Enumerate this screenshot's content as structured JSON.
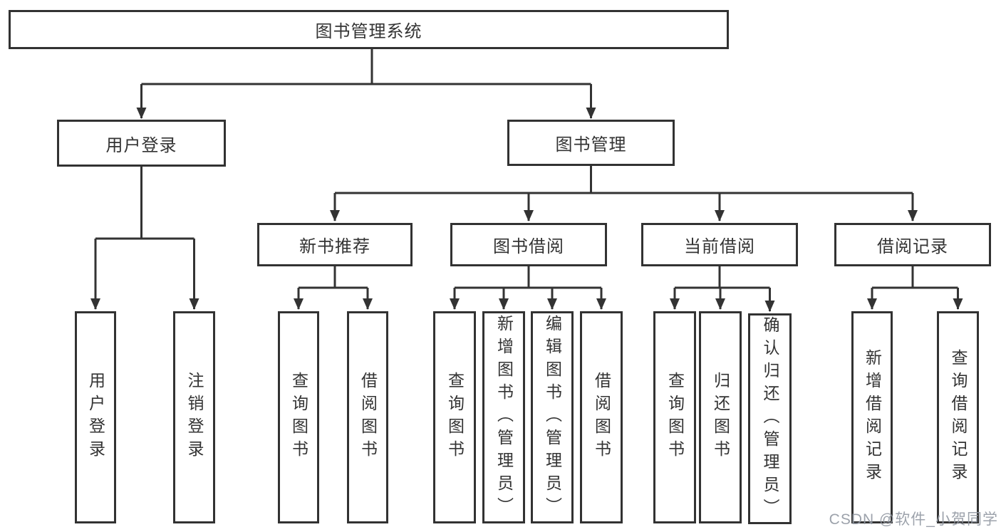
{
  "diagram": {
    "type": "hierarchy-tree",
    "title": "图书管理系统",
    "watermark": "CSDN @软件_小贺同学",
    "colors": {
      "background": "#ffffff",
      "line": "#333333",
      "box_border": "#323232",
      "box_fill": "#ffffff",
      "text": "#333333",
      "watermark": "#9298a2"
    }
  },
  "nodes": {
    "root": {
      "label": "图书管理系统"
    },
    "user_login": {
      "label": "用户登录"
    },
    "book_mgmt": {
      "label": "图书管理"
    },
    "new_book_rec": {
      "label": "新书推荐"
    },
    "book_borrow": {
      "label": "图书借阅"
    },
    "current_borrow": {
      "label": "当前借阅"
    },
    "borrow_record": {
      "label": "借阅记录"
    },
    "ul_user_login": {
      "label": "用户登录"
    },
    "ul_logout": {
      "label": "注销登录"
    },
    "nb_query": {
      "label": "查询图书"
    },
    "nb_borrow": {
      "label": "借阅图书"
    },
    "bb_query": {
      "label": "查询图书"
    },
    "bb_add": {
      "label": "新增图书（管理员）"
    },
    "bb_edit": {
      "label": "编辑图书（管理员）"
    },
    "bb_borrow": {
      "label": "借阅图书"
    },
    "cb_query": {
      "label": "查询图书"
    },
    "cb_return": {
      "label": "归还图书"
    },
    "cb_confirm": {
      "label": "确认归还（管理员）"
    },
    "br_add": {
      "label": "新增借阅记录"
    },
    "br_query": {
      "label": "查询借阅记录"
    }
  },
  "hierarchy": {
    "图书管理系统": [
      "用户登录",
      "图书管理"
    ],
    "用户登录": [
      "用户登录",
      "注销登录"
    ],
    "图书管理": [
      "新书推荐",
      "图书借阅",
      "当前借阅",
      "借阅记录"
    ],
    "新书推荐": [
      "查询图书",
      "借阅图书"
    ],
    "图书借阅": [
      "查询图书",
      "新增图书（管理员）",
      "编辑图书（管理员）",
      "借阅图书"
    ],
    "当前借阅": [
      "查询图书",
      "归还图书",
      "确认归还（管理员）"
    ],
    "借阅记录": [
      "新增借阅记录",
      "查询借阅记录"
    ]
  }
}
